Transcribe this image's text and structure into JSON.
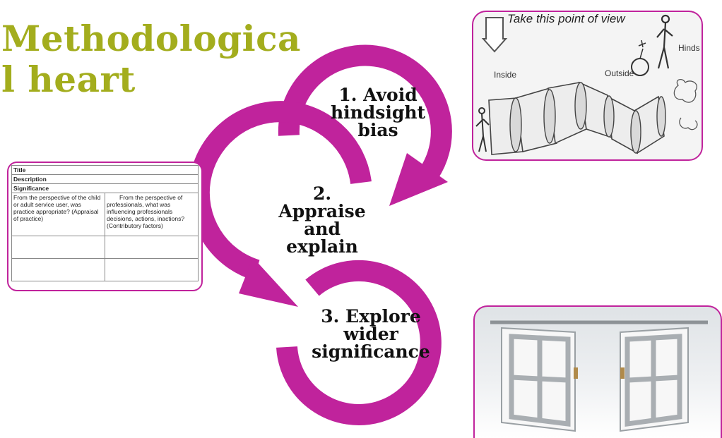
{
  "title": {
    "line1": "Methodologica",
    "line2": "l heart"
  },
  "steps": [
    {
      "lines": [
        "1. Avoid",
        "hindsight",
        "bias"
      ]
    },
    {
      "lines": [
        "2.",
        "Appraise",
        "and",
        "explain"
      ]
    },
    {
      "lines": [
        "3. Explore",
        "wider",
        "significance"
      ]
    }
  ],
  "template_table": {
    "rows": [
      "Title",
      "Description",
      "Significance"
    ],
    "col1": "From the perspective of the child or adult service user, was practice appropriate? (Appraisal of practice)",
    "col2": "From the perspective of professionals, what was influencing professionals decisions, actions, inactions? (Contributory factors)"
  },
  "sketch": {
    "heading": "Take this point of view",
    "inside_label": "Inside",
    "outside_label": "Outside",
    "hindsight_label": "Hinds"
  },
  "colors": {
    "title": "#a3ad1d",
    "arrow": "#c0239c",
    "border": "#c0239c"
  }
}
